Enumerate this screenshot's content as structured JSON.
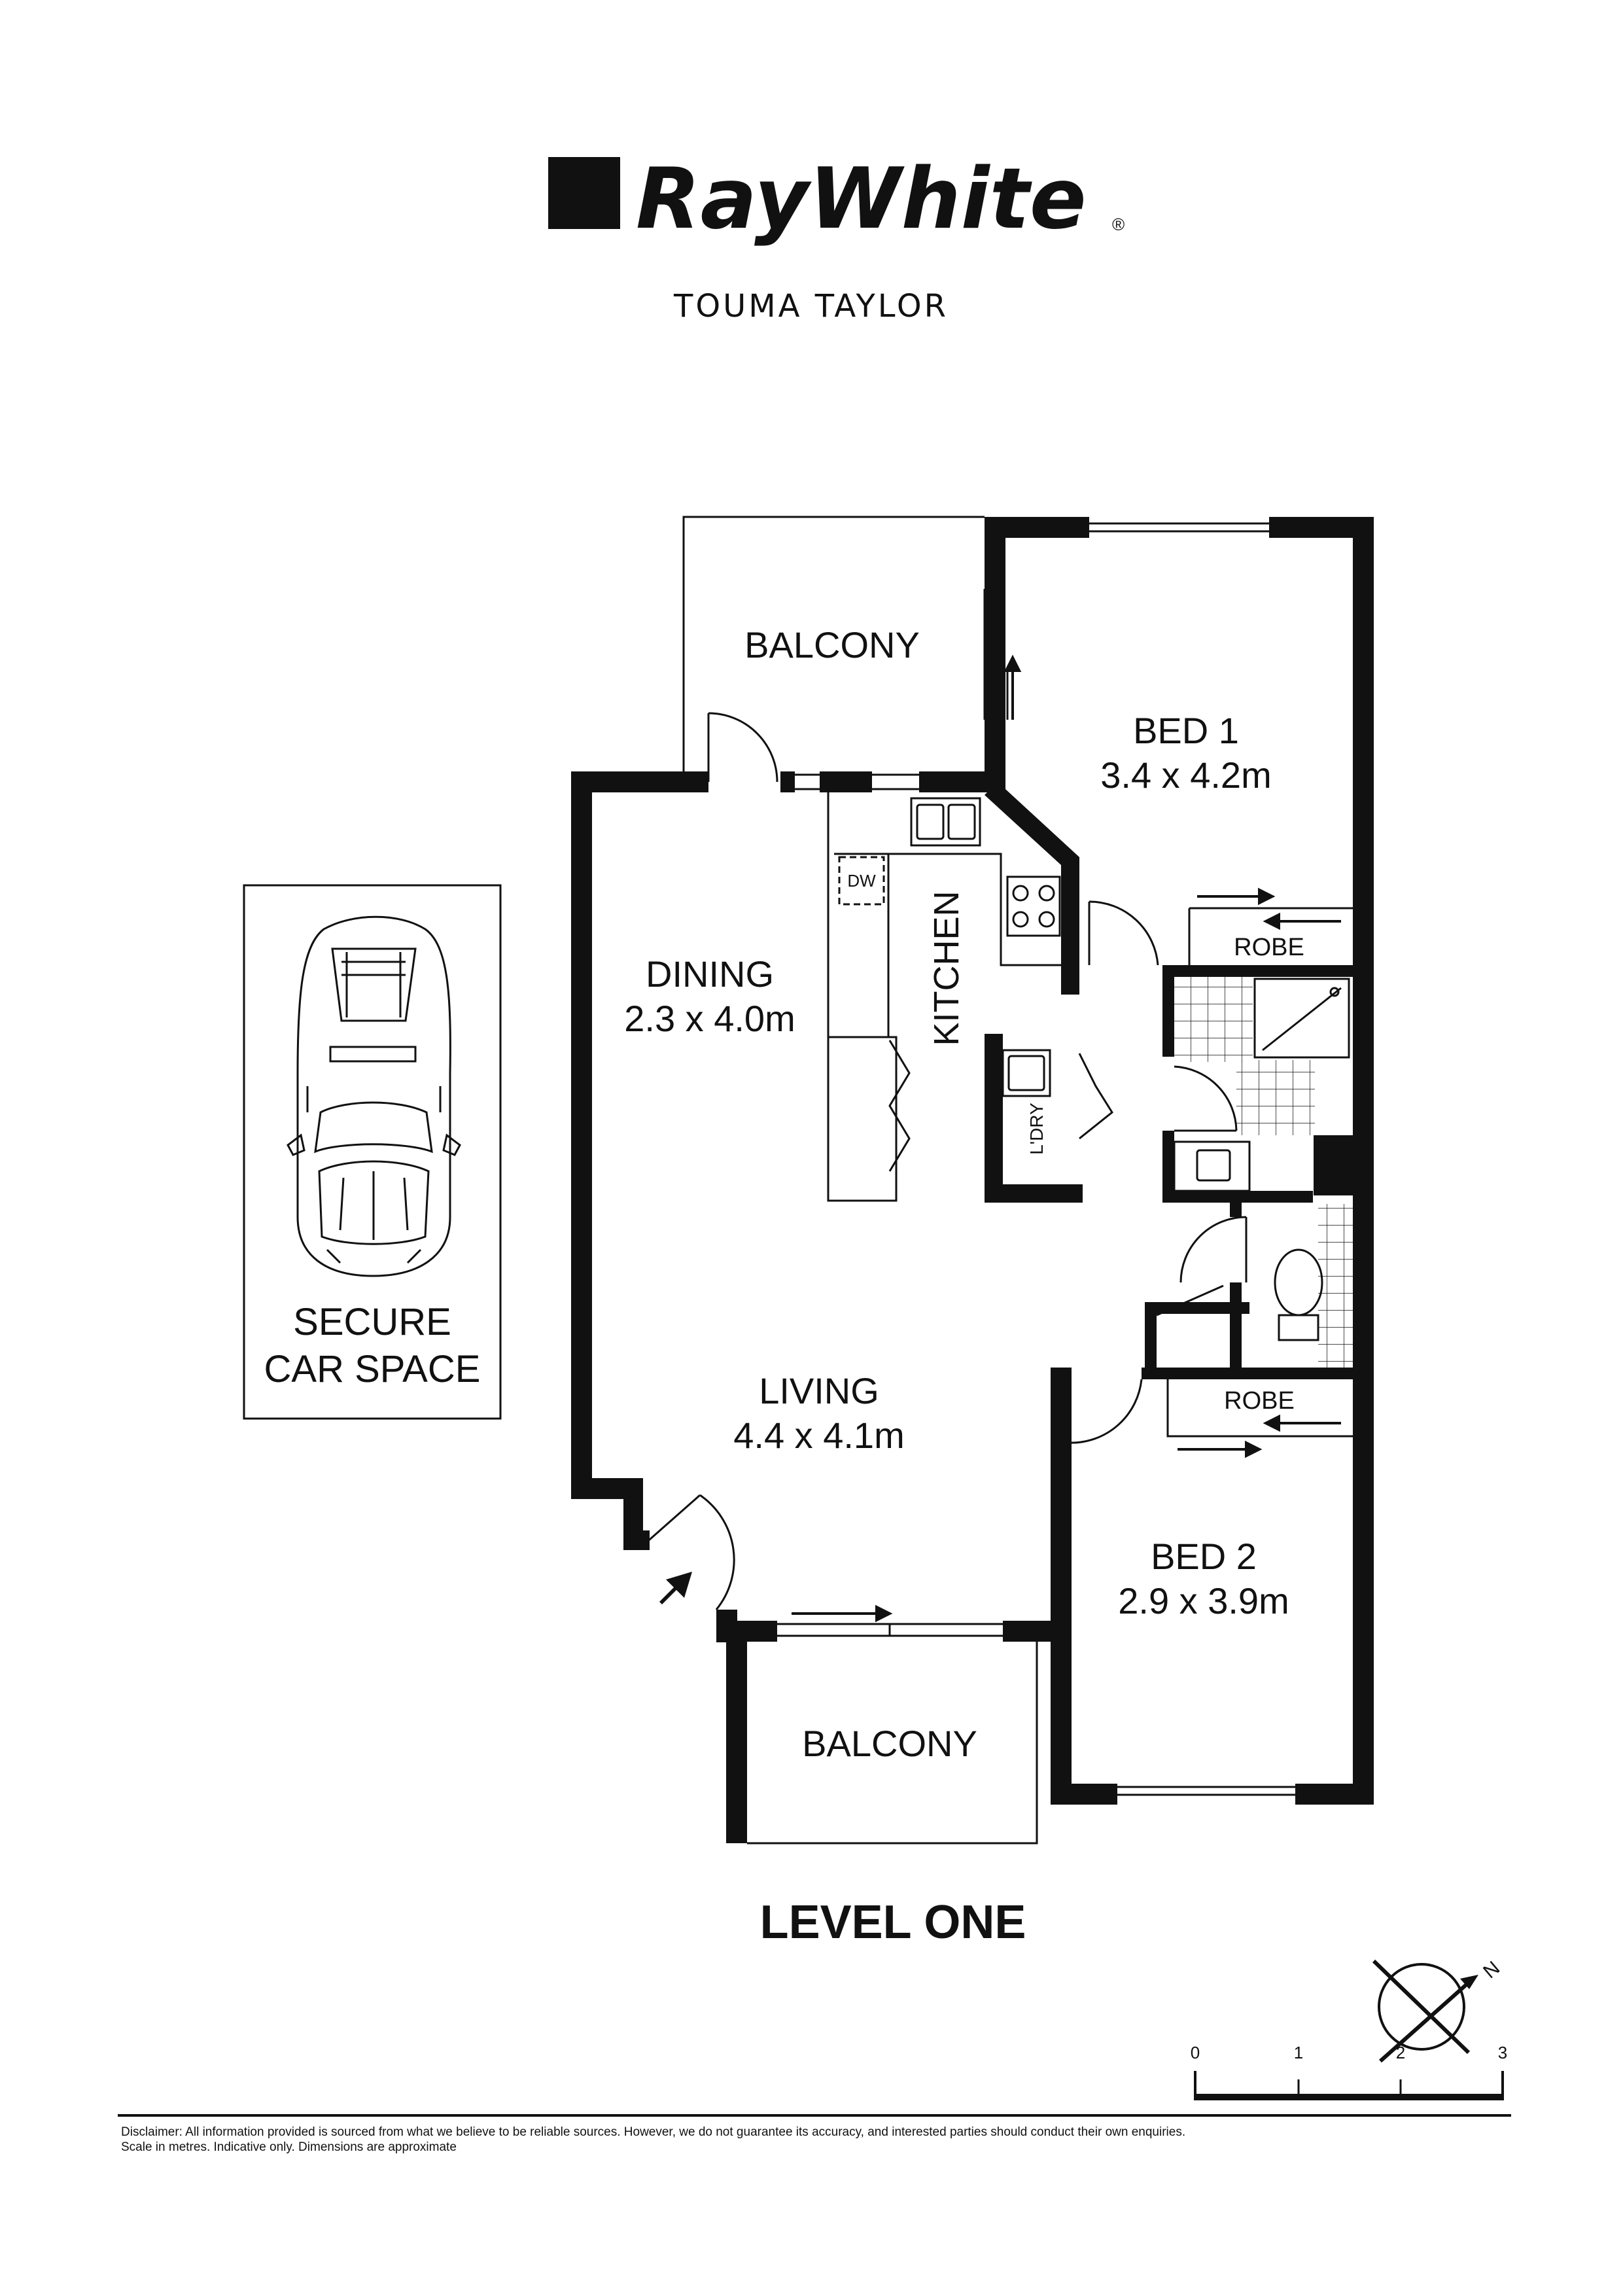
{
  "brand": {
    "logo_text": "RayWhite",
    "registered_mark": "®",
    "office": "TOUMA TAYLOR"
  },
  "rooms": {
    "balcony_top": "BALCONY",
    "bed1_name": "BED 1",
    "bed1_size": "3.4 x 4.2m",
    "dining_name": "DINING",
    "dining_size": "2.3 x 4.0m",
    "kitchen": "KITCHEN",
    "dw": "DW",
    "laundry": "L'DRY",
    "robe1": "ROBE",
    "robe2": "ROBE",
    "living_name": "LIVING",
    "living_size": "4.4 x 4.1m",
    "bed2_name": "BED 2",
    "bed2_size": "2.9 x 3.9m",
    "balcony_bottom": "BALCONY",
    "car_line1": "SECURE",
    "car_line2": "CAR SPACE"
  },
  "level_title": "LEVEL ONE",
  "compass_label": "N",
  "scale": {
    "ticks": [
      "0",
      "1",
      "2",
      "3"
    ]
  },
  "disclaimer": {
    "line1": "Disclaimer: All information provided is sourced from what we believe to be reliable sources. However, we do not guarantee  its accuracy, and interested parties should conduct their own enquiries.",
    "line2": "Scale in metres. Indicative only. Dimensions are approximate"
  }
}
